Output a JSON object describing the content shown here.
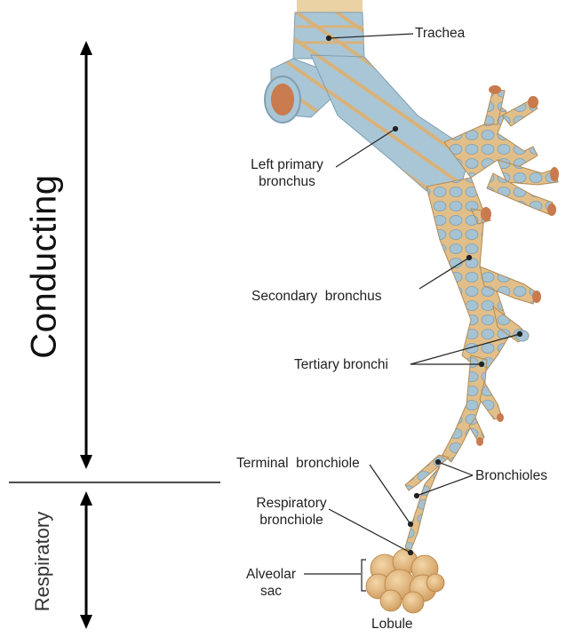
{
  "zones": {
    "conducting": "Conducting",
    "respiratory": "Respiratory"
  },
  "labels": {
    "trachea": "Trachea",
    "left_primary_bronchus_line1": "Left primary",
    "left_primary_bronchus_line2": "bronchus",
    "secondary_bronchus": "Secondary  bronchus",
    "tertiary_bronchi": "Tertiary bronchi",
    "terminal_bronchiole": "Terminal  bronchiole",
    "bronchioles": "Bronchioles",
    "respiratory_bronchiole_line1": "Respiratory",
    "respiratory_bronchiole_line2": "bronchiole",
    "alveolar_sac_line1": "Alveolar",
    "alveolar_sac_line2": "sac",
    "lobule": "Lobule"
  },
  "colors": {
    "cartilage": "#a9c6d6",
    "cartilage_dark": "#7f9fb2",
    "tissue": "#e9c48c",
    "tissue_dark": "#c99a5c",
    "lumen": "#c97a4e",
    "text": "#222222"
  }
}
